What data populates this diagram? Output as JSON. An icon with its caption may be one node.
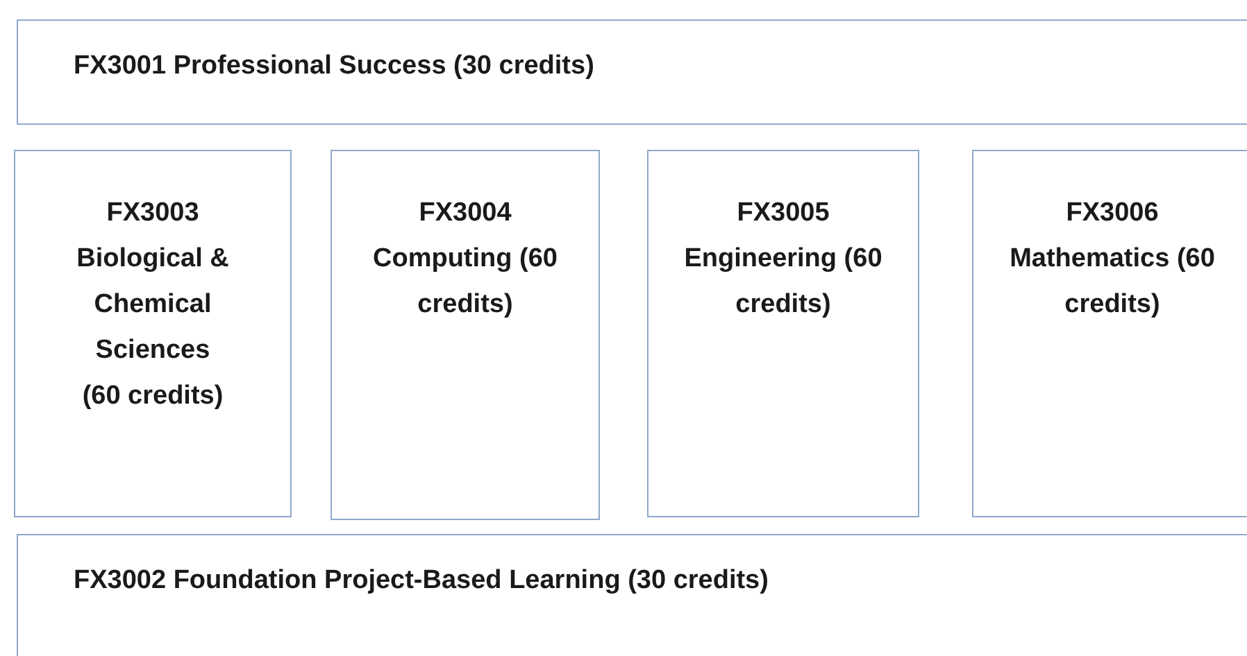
{
  "diagram": {
    "nodes": [
      {
        "text": [
          "FX3001 Professional Success (30 credits)"
        ]
      },
      {
        "text": [
          "FX3003 Biological & Chemical Sciences (60 credits)"
        ]
      },
      {
        "text": [
          "FX3004 Computing (60 credits)"
        ]
      },
      {
        "text": [
          "FX3005 Engineering (60 credits)"
        ]
      },
      {
        "text": [
          "FX3006 Mathematics (60 credits)"
        ]
      },
      {
        "text": [
          "FX3002 Foundation Project-Based Learning (30 credits)"
        ]
      }
    ]
  }
}
